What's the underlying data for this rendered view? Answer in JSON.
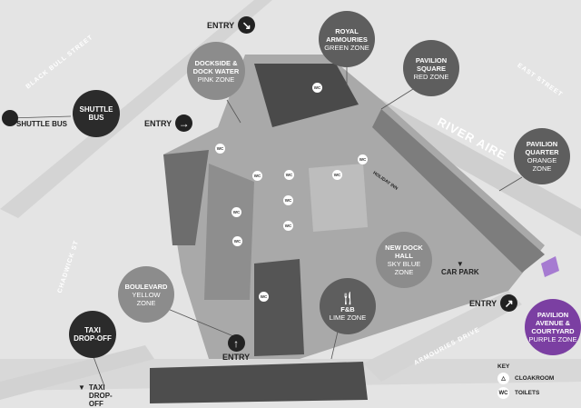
{
  "zones": [
    {
      "name": "ROYAL ARMOURIES",
      "zone": "GREEN ZONE"
    },
    {
      "name": "PAVILION SQUARE",
      "zone": "RED ZONE"
    },
    {
      "name": "PAVILION QUARTER",
      "zone": "ORANGE ZONE"
    },
    {
      "name": "DOCKSIDE & DOCK WATER",
      "zone": "PINK ZONE"
    },
    {
      "name": "BOULEVARD",
      "zone": "YELLOW ZONE"
    },
    {
      "name": "NEW DOCK HALL",
      "zone": "SKY BLUE ZONE"
    },
    {
      "name": "F&B",
      "zone": "LIME ZONE"
    },
    {
      "name": "PAVILION AVENUE & COURTYARD",
      "zone": "PURPLE ZONE"
    }
  ],
  "shuttle": {
    "title": "SHUTTLE BUS",
    "pin_label": "SHUTTLE BUS"
  },
  "taxi": {
    "title": "TAXI DROP-OFF",
    "pin_label": "TAXI DROP-OFF"
  },
  "entry_label": "ENTRY",
  "car_park": "CAR PARK",
  "hotel": "HOLIDAY INN",
  "streets": {
    "black_bull": "BLACK BULL STREET",
    "east": "EAST STREET",
    "chadwick": "CHADWICK ST",
    "armouries": "ARMOURIES DRIVE",
    "river": "RIVER AIRE"
  },
  "wc": "WC",
  "key": {
    "title": "KEY",
    "items": [
      {
        "icon": "hanger-icon",
        "label": "CLOAKROOM"
      },
      {
        "icon": "wc-icon",
        "label": "TOILETS"
      }
    ]
  },
  "colors": {
    "purple": "#7b3fa2",
    "dark": "#2b2b2b",
    "background": "#e4e4e4"
  }
}
